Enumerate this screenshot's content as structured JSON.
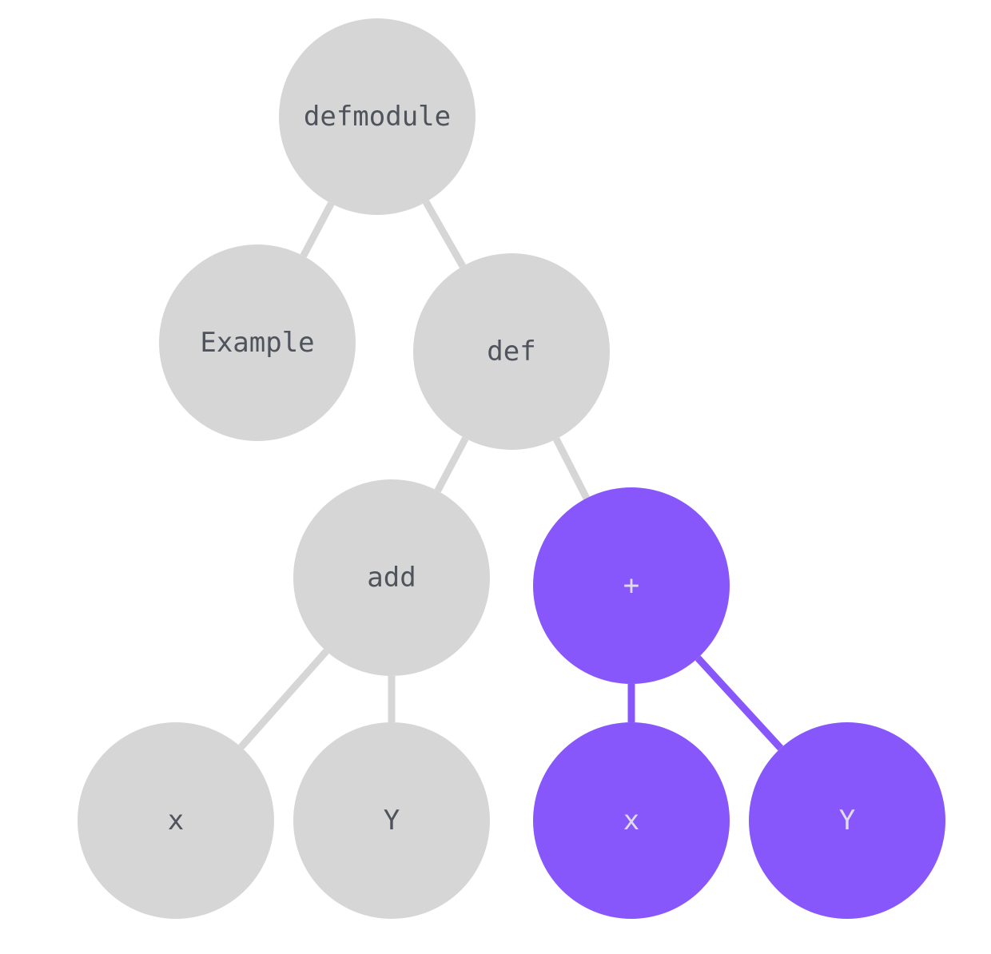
{
  "colors": {
    "background": "#ffffff",
    "node_default": "#d6d6d6",
    "node_highlight": "#8757fc",
    "text_default": "#4f535c",
    "text_highlight": "#e0dbea",
    "edge_default": "#d6d6d6",
    "edge_highlight": "#8757fc"
  },
  "nodes": [
    {
      "id": "defmodule",
      "label": "defmodule",
      "highlighted": false
    },
    {
      "id": "example",
      "label": "Example",
      "highlighted": false
    },
    {
      "id": "def",
      "label": "def",
      "highlighted": false
    },
    {
      "id": "add",
      "label": "add",
      "highlighted": false
    },
    {
      "id": "plus",
      "label": "+",
      "highlighted": true
    },
    {
      "id": "add-x",
      "label": "x",
      "highlighted": false
    },
    {
      "id": "add-y",
      "label": "Y",
      "highlighted": false
    },
    {
      "id": "plus-x",
      "label": "x",
      "highlighted": true
    },
    {
      "id": "plus-y",
      "label": "Y",
      "highlighted": true
    }
  ],
  "edges": [
    {
      "from": "defmodule",
      "to": "example",
      "highlighted": false
    },
    {
      "from": "defmodule",
      "to": "def",
      "highlighted": false
    },
    {
      "from": "def",
      "to": "add",
      "highlighted": false
    },
    {
      "from": "def",
      "to": "plus",
      "highlighted": false
    },
    {
      "from": "add",
      "to": "add-x",
      "highlighted": false
    },
    {
      "from": "add",
      "to": "add-y",
      "highlighted": false
    },
    {
      "from": "plus",
      "to": "plus-x",
      "highlighted": true
    },
    {
      "from": "plus",
      "to": "plus-y",
      "highlighted": true
    }
  ]
}
